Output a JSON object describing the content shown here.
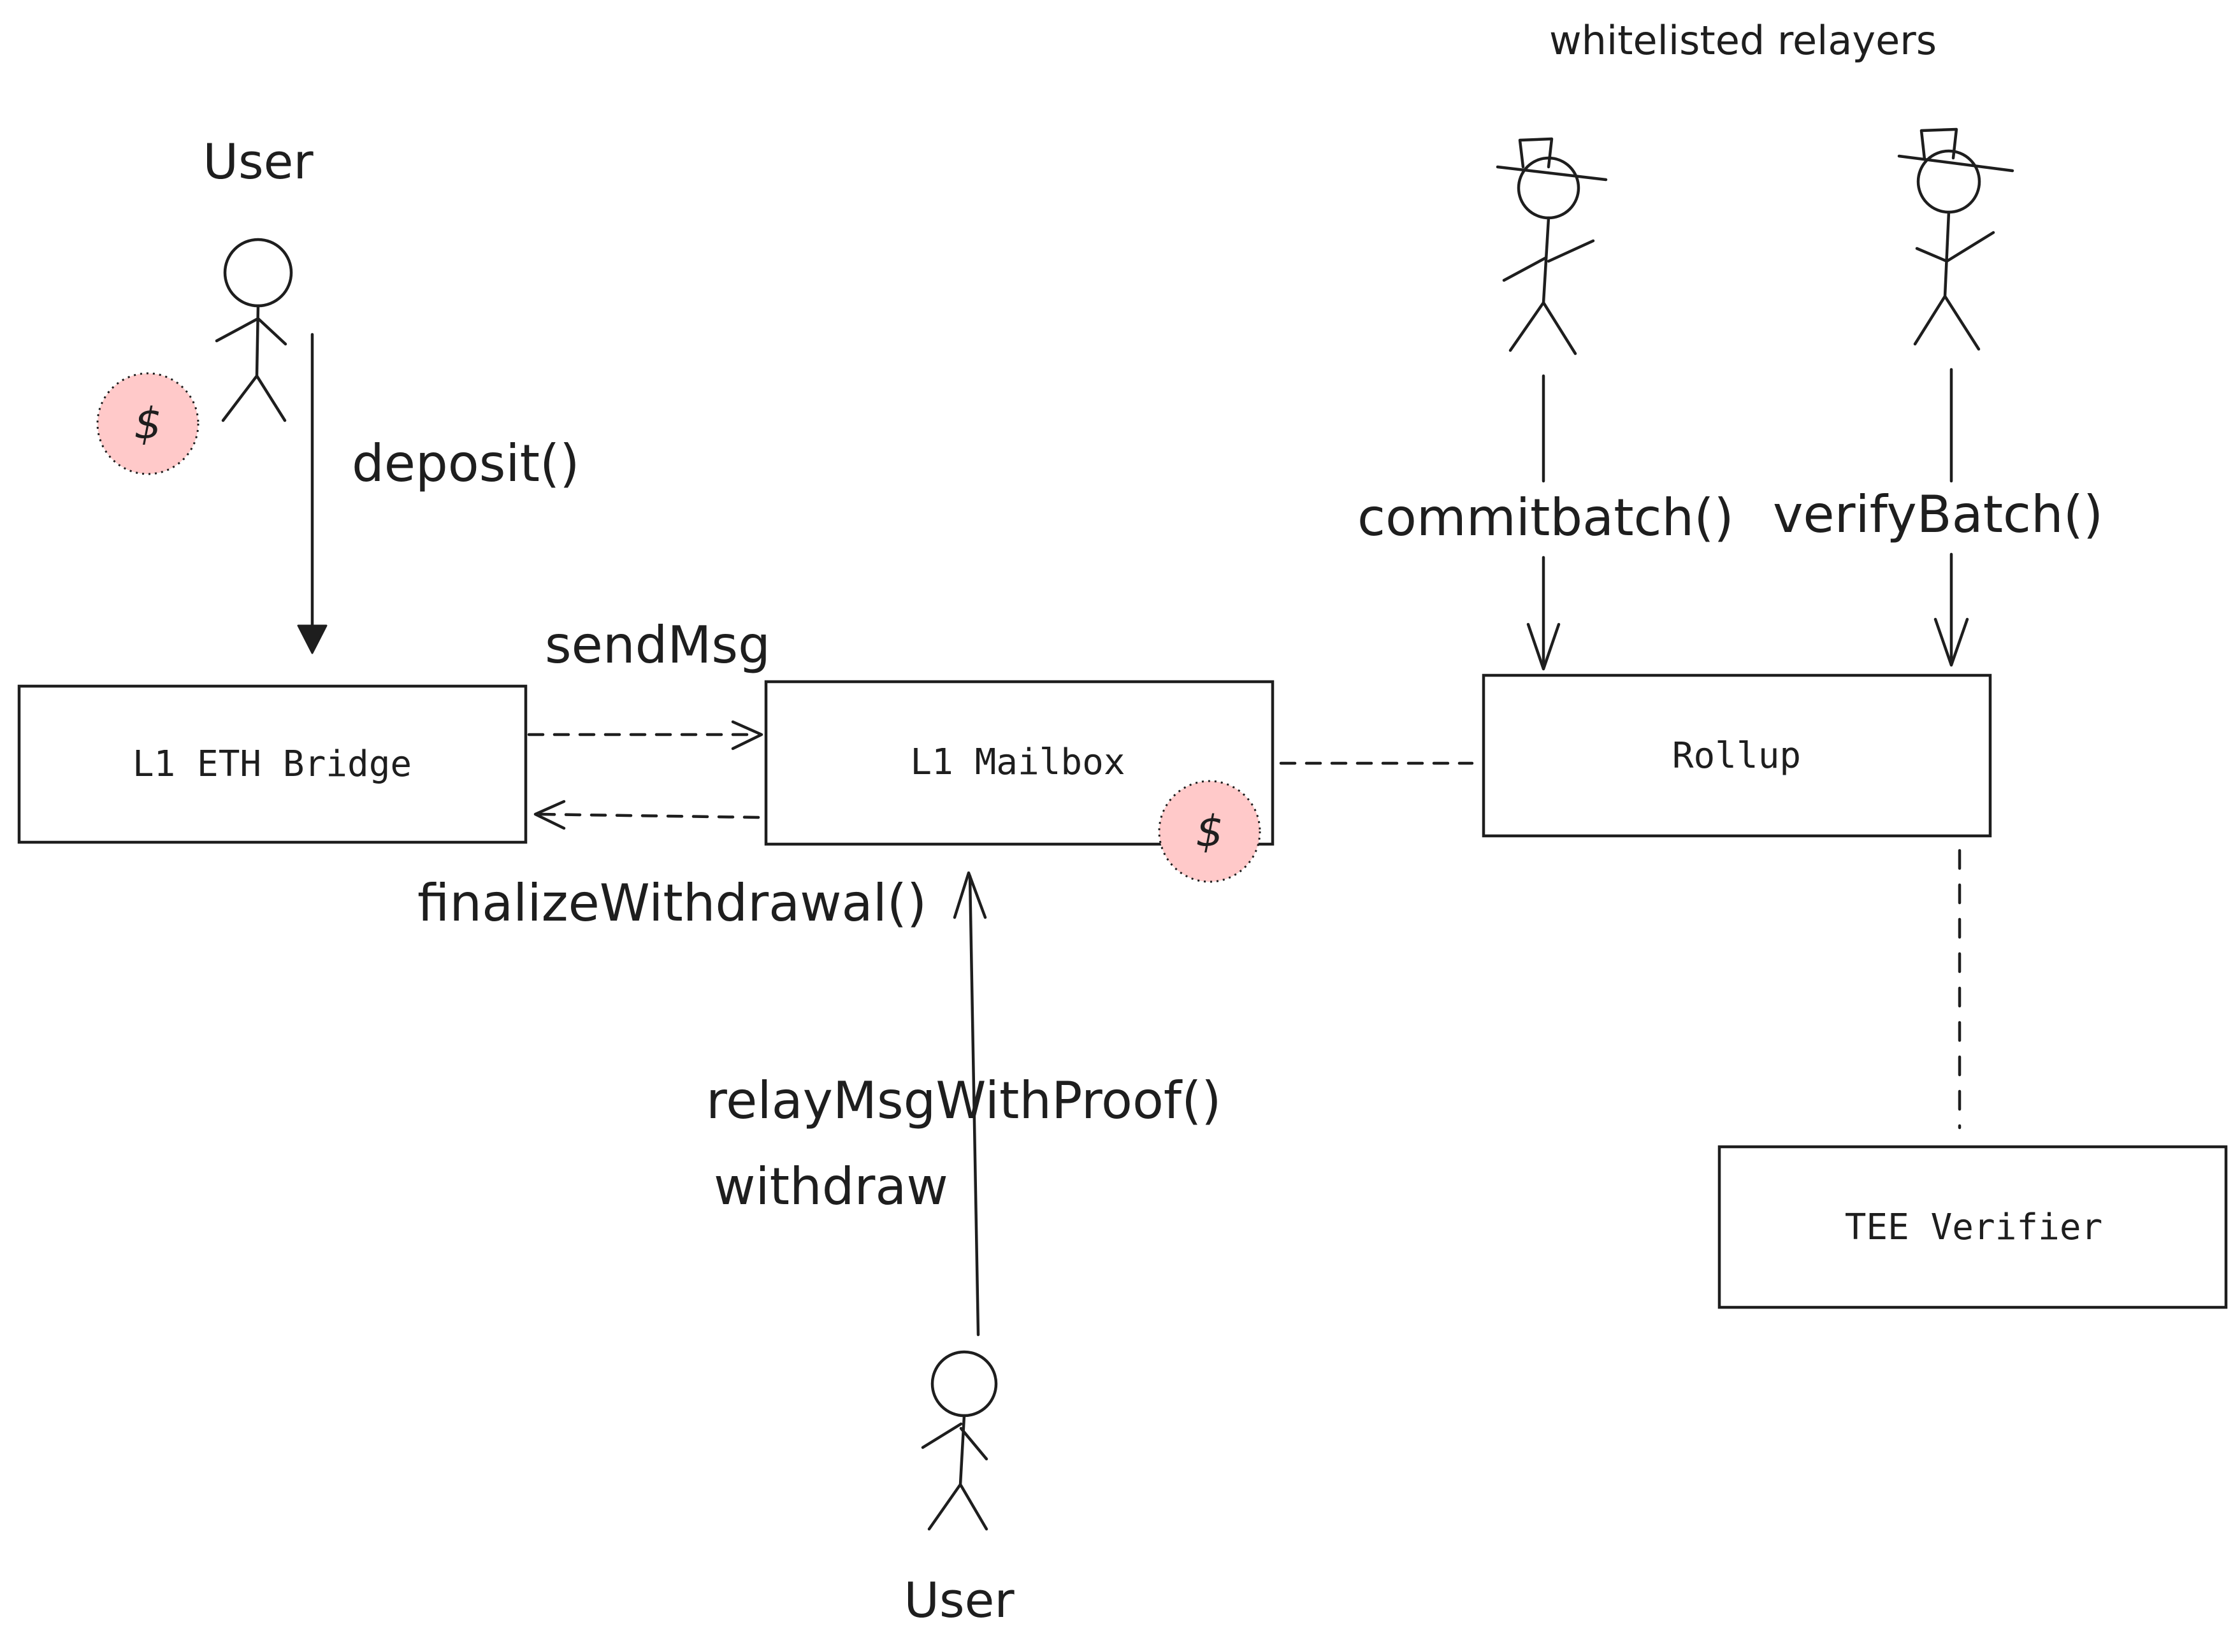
{
  "actors": {
    "user_top": "User",
    "user_bottom": "User",
    "relayers_group": "whitelisted relayers"
  },
  "components": {
    "l1_eth_bridge": "L1 ETH Bridge",
    "l1_mailbox": "L1 Mailbox",
    "rollup": "Rollup",
    "tee_verifier": "TEE Verifier"
  },
  "edges": {
    "deposit": "deposit()",
    "send_msg": "sendMsg",
    "finalize_withdrawal": "finalizeWithdrawal()",
    "relay_msg_with_proof": "relayMsgWithProof()",
    "withdraw": "withdraw",
    "commit_batch": "commitbatch()",
    "verify_batch": "verifyBatch()"
  },
  "tokens": {
    "user_coin": "$",
    "mailbox_coin": "$"
  },
  "colors": {
    "stroke": "#1e1e1e",
    "coin_fill": "#ffc9c9",
    "background": "#ffffff"
  }
}
